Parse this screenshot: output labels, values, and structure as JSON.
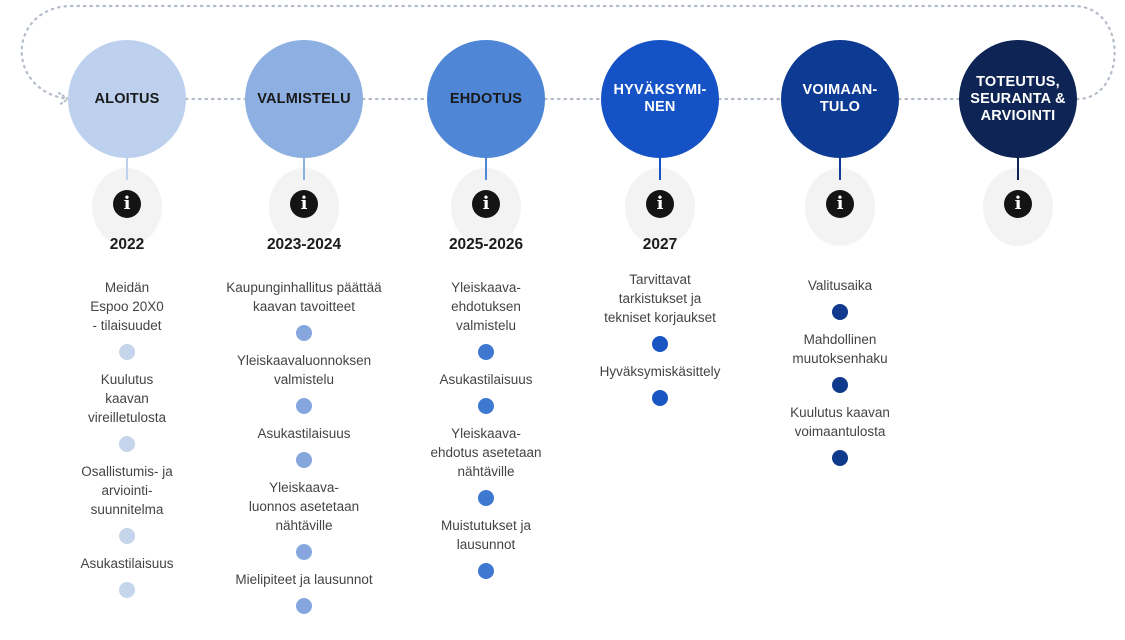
{
  "stages": [
    {
      "key": "aloitus",
      "label": "ALOITUS",
      "color": "#bdd1ee",
      "text_color": "#1a1a1a",
      "dot_color": "#c5d5ec",
      "year": "2022",
      "steps": [
        "Meidän\nEspoo 20X0\n- tilaisuudet",
        "Kuulutus\nkaavan\nvireilletulosta",
        "Osallistumis- ja\narviointi-\nsuunnitelma",
        "Asukastilaisuus"
      ]
    },
    {
      "key": "valmistelu",
      "label": "VALMISTELU",
      "color": "#8dafe1",
      "text_color": "#1a1a1a",
      "dot_color": "#86a7de",
      "year": "2023-2024",
      "steps": [
        "Kaupunginhallitus päättää\nkaavan tavoitteet",
        "Yleiskaavaluonnoksen\nvalmistelu",
        "Asukastilaisuus",
        "Yleiskaava-\nluonnos asetetaan\nnähtäville",
        "Mielipiteet ja lausunnot"
      ]
    },
    {
      "key": "ehdotus",
      "label": "EHDOTUS",
      "color": "#4f86d6",
      "text_color": "#1a1a1a",
      "dot_color": "#3f78d0",
      "year": "2025-2026",
      "steps": [
        "Yleiskaava-\nehdotuksen\nvalmistelu",
        "Asukastilaisuus",
        "Yleiskaava-\nehdotus asetetaan\nnähtäville",
        "Muistutukset ja\nlausunnot"
      ]
    },
    {
      "key": "hyvaksyminen",
      "label": "HYVÄKSYMI-\nNEN",
      "color": "#1552c6",
      "text_color": "#ffffff",
      "dot_color": "#1a55c4",
      "year": "2027",
      "steps": [
        "Tarvittavat\ntarkistukset ja\ntekniset korjaukset",
        "Hyväksymiskäsittely"
      ]
    },
    {
      "key": "voimaantulo",
      "label": "VOIMAAN-\nTULO",
      "color": "#0d3a93",
      "text_color": "#ffffff",
      "dot_color": "#103a8c",
      "year": "",
      "steps": [
        "Valitusaika",
        "Mahdollinen\nmuutoksenhaku",
        "Kuulutus kaavan\nvoimaantulosta"
      ]
    },
    {
      "key": "toteutus",
      "label": "TOTEUTUS,\nSEURANTA &\nARVIOINTI",
      "color": "#0d2454",
      "text_color": "#ffffff",
      "dot_color": "#0d2454",
      "year": "",
      "steps": []
    }
  ],
  "info_glyph": "i",
  "info_icon": "info-icon",
  "connector_color": "#b3bcc9"
}
